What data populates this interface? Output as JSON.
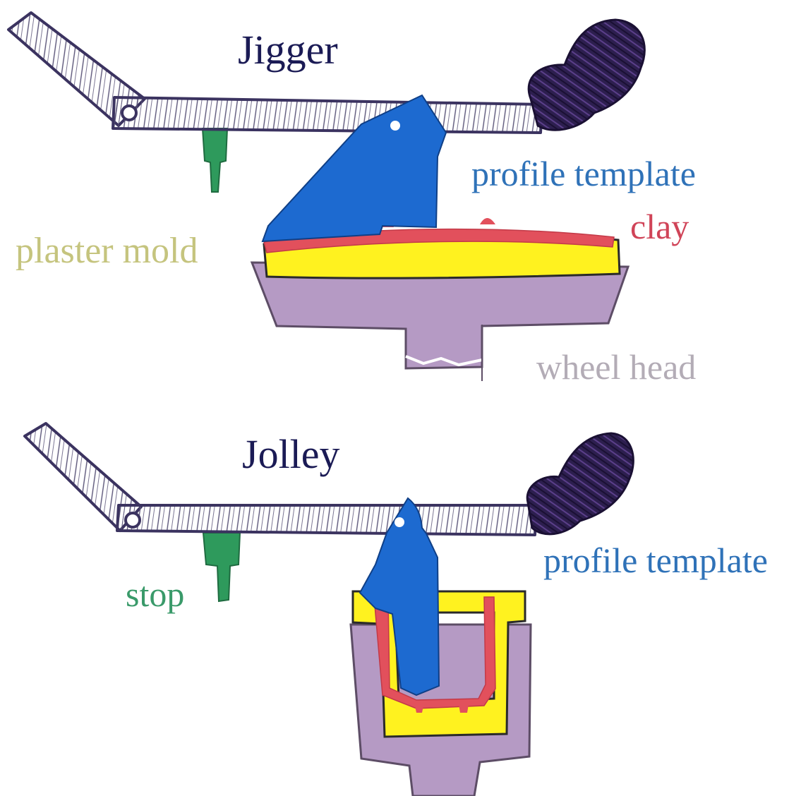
{
  "labels": {
    "jigger_title": "Jigger",
    "jolley_title": "Jolley",
    "profile_template_top": "profile template",
    "clay": "clay",
    "plaster_mold": "plaster mold",
    "wheel_head": "wheel head",
    "profile_template_bottom": "profile template",
    "stop": "stop"
  },
  "colors": {
    "title": "#1b1b55",
    "arm_outline": "#3b3360",
    "handle": "#2d1f4f",
    "template": "#1d6ad0",
    "clay": "#e2505c",
    "plaster": "#fff21f",
    "wheel": "#b59ac4",
    "stop": "#2e9a5c"
  }
}
